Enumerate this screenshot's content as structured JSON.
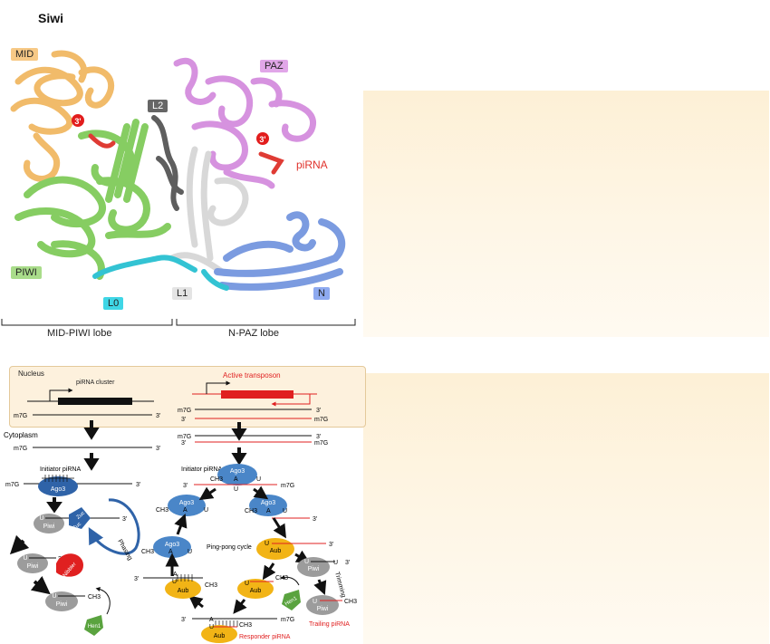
{
  "title": "Siwi",
  "structure": {
    "labels": {
      "mid": "MID",
      "paz": "PAZ",
      "l2": "L2",
      "three_prime_a": "3'",
      "three_prime_b": "3'",
      "pirna": "piRNA",
      "piwi": "PIWI",
      "l0": "L0",
      "l1": "L1",
      "n": "N"
    },
    "lobes": {
      "mid_piwi": "MID-PIWI lobe",
      "n_paz": "N-PAZ lobe"
    }
  },
  "pathway": {
    "nucleus": "Nucleus",
    "cluster": "piRNA cluster",
    "transposon": "Active transposon",
    "cytoplasm": "Cytoplasm",
    "m7g": "m7G",
    "three": "3'",
    "initiator_left": "Initiator piRNA",
    "initiator_right": "Initiator piRNA",
    "ago3": "Ago3",
    "piwi": "Piwi",
    "zuc": "Zuc",
    "phasing": "Phasing",
    "nibbler": "Nibbler",
    "hen1": "Hen1",
    "aub": "Aub",
    "pingpong": "Ping-pong cycle",
    "trimming": "Trimming",
    "trailing": "Trailing piRNA",
    "responder": "Responder piRNA",
    "u": "U",
    "a": "A",
    "ch3": "CH3"
  },
  "colors": {
    "mid": "#f5c77e",
    "paz": "#d89be0",
    "piwi": "#8ed26a",
    "l0": "#35c7d6",
    "l1": "#d6d6d6",
    "n": "#7f9fe0",
    "l2": "#666666",
    "rna": "#e02020",
    "ago3": "#4a86c8",
    "aub": "#f2b416",
    "piwi_grey": "#a0a0a0",
    "hen1": "#5aa33f",
    "nibbler": "#e02020"
  }
}
